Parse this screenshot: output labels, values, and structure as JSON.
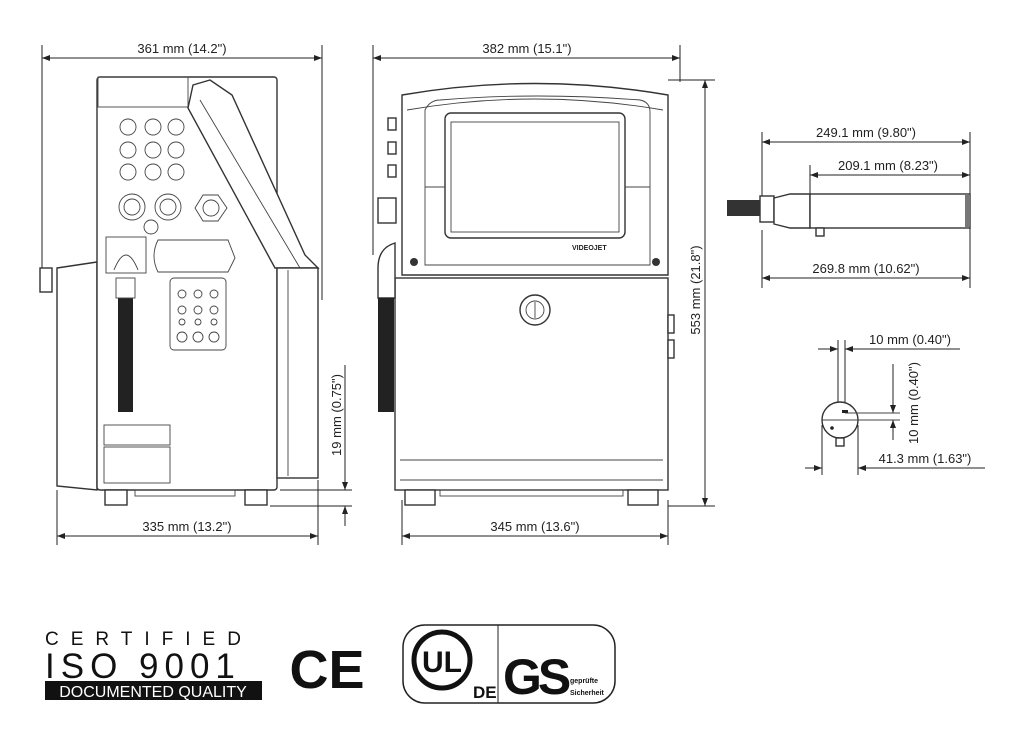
{
  "side_view": {
    "width_label": "361 mm (14.2\")",
    "depth_label": "335 mm (13.2\")",
    "foot_label": "19 mm (0.75\")"
  },
  "front_view": {
    "width_label": "382 mm (15.1\")",
    "height_label": "553 mm (21.8\")",
    "base_label": "345 mm (13.6\")",
    "brand": "VIDEOJET"
  },
  "printhead": {
    "length_a_label": "249.1 mm (9.80\")",
    "length_b_label": "209.1 mm (8.23\")",
    "total_label": "269.8 mm (10.62\")"
  },
  "nozzle_detail": {
    "offset_h_label": "10 mm (0.40\")",
    "offset_v_label": "10 mm (0.40\")",
    "diameter_label": "41.3 mm (1.63\")"
  },
  "certifications": {
    "iso_line1": "CERTIFIED",
    "iso_line2": "ISO 9001",
    "iso_line3": "DOCUMENTED QUALITY",
    "ce": "CE",
    "ul": "UL",
    "ul_suffix": "DE",
    "gs": "GS",
    "gs_caption1": "geprüfte",
    "gs_caption2": "Sicherheit"
  }
}
